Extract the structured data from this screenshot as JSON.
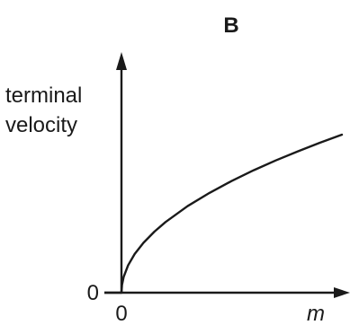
{
  "chart_data": {
    "type": "line",
    "title": "B",
    "ylabel_lines": [
      "terminal",
      "velocity"
    ],
    "xlabel": "m",
    "x_tick_labels": [
      "0"
    ],
    "y_tick_labels": [
      "0"
    ],
    "grid": false,
    "legend": "none",
    "curve_shape": "square-root",
    "series": [
      {
        "x": [
          0,
          0.0025,
          0.01,
          0.03,
          0.06,
          0.1,
          0.15,
          0.2,
          0.3,
          0.4,
          0.5,
          0.6,
          0.7,
          0.8,
          0.9,
          1.0
        ],
        "y": [
          0,
          0.05,
          0.1,
          0.173,
          0.245,
          0.316,
          0.387,
          0.447,
          0.548,
          0.632,
          0.707,
          0.775,
          0.837,
          0.894,
          0.949,
          1.0
        ]
      }
    ],
    "xlim": [
      0,
      1
    ],
    "ylim": [
      0,
      1
    ],
    "colors": {
      "line": "#1a1a1a",
      "axis": "#1a1a1a"
    }
  }
}
